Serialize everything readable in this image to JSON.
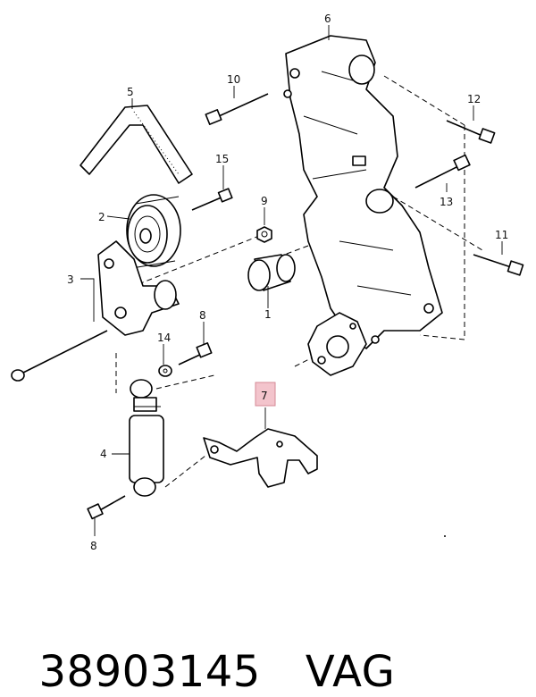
{
  "callouts": {
    "c1": "1",
    "c2": "2",
    "c3": "3",
    "c4": "4",
    "c5": "5",
    "c6": "6",
    "c7": "7",
    "c8a": "8",
    "c8b": "8",
    "c9": "9",
    "c10": "10",
    "c11": "11",
    "c12": "12",
    "c13": "13",
    "c14": "14",
    "c15": "15"
  },
  "highlight_color": "#f3c4cc",
  "footer": {
    "part_number": "38903145",
    "brand": "VAG"
  }
}
